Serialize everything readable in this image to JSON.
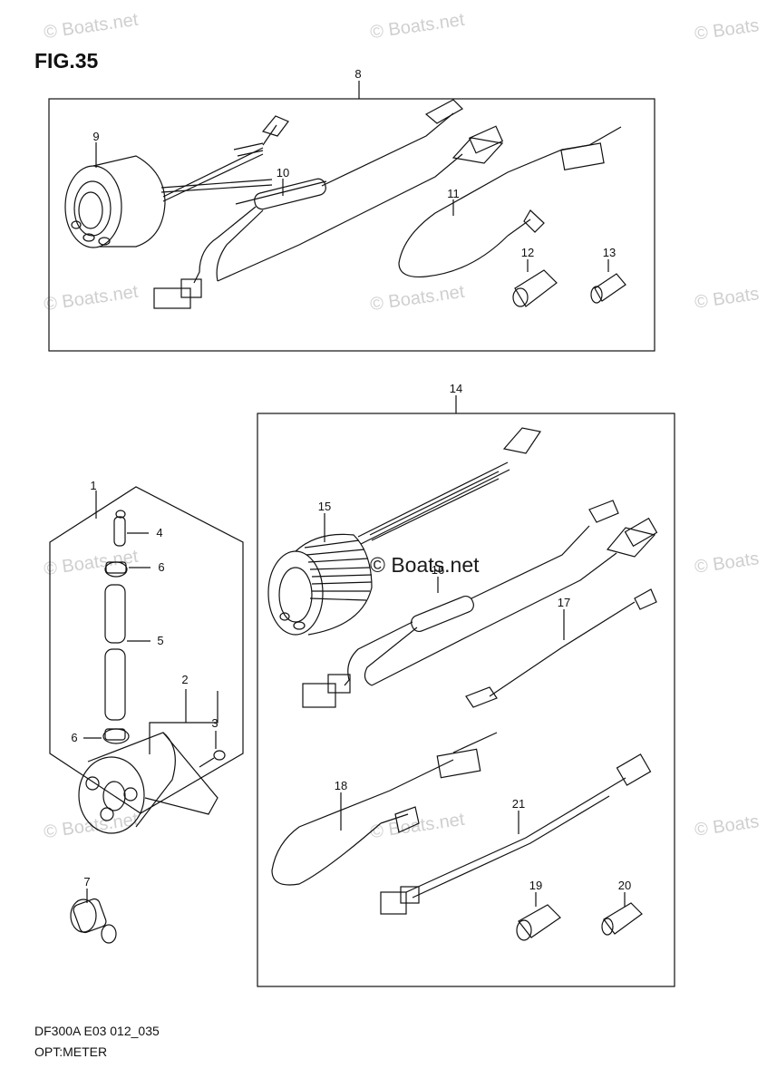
{
  "figure": {
    "title": "FIG.35"
  },
  "footer": {
    "model": "DF300A  E03 012_035",
    "name": "OPT:METER"
  },
  "watermark": {
    "text": "© Boats.net",
    "short": "© Boats"
  },
  "callouts": [
    "1",
    "2",
    "3",
    "4",
    "5",
    "6",
    "6",
    "7",
    "8",
    "9",
    "10",
    "11",
    "12",
    "13",
    "14",
    "15",
    "16",
    "17",
    "18",
    "19",
    "20",
    "21"
  ]
}
